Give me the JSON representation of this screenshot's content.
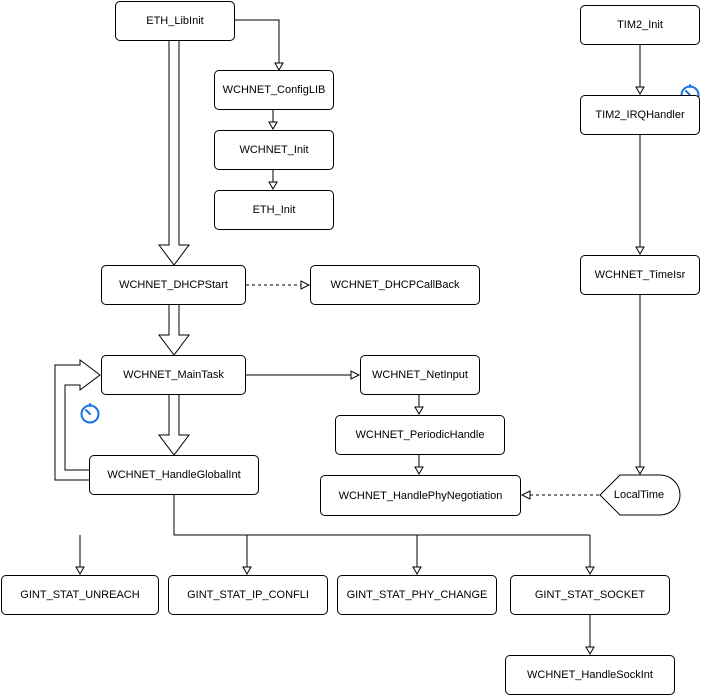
{
  "colors": {
    "line": "#000000",
    "timer_icon": "#1a73e8"
  },
  "icons": {
    "timer": "timer-icon"
  },
  "nodes": {
    "eth_libinit": "ETH_LibInit",
    "wchnet_configlib": "WCHNET_ConfigLIB",
    "wchnet_init": "WCHNET_Init",
    "eth_init": "ETH_Init",
    "tim2_init": "TIM2_Init",
    "tim2_irqhandler": "TIM2_IRQHandler",
    "wchnet_timeisr": "WCHNET_TimeIsr",
    "wchnet_dhcpstart": "WCHNET_DHCPStart",
    "wchnet_dhcpcallback": "WCHNET_DHCPCallBack",
    "wchnet_maintask": "WCHNET_MainTask",
    "wchnet_netinput": "WCHNET_NetInput",
    "wchnet_periodichandle": "WCHNET_PeriodicHandle",
    "wchnet_handlephynegotiation": "WCHNET_HandlePhyNegotiation",
    "localtime": "LocalTime",
    "wchnet_handleglobalint": "WCHNET_HandleGlobalInt",
    "gint_stat_unreach": "GINT_STAT_UNREACH",
    "gint_stat_ip_confli": "GINT_STAT_IP_CONFLI",
    "gint_stat_phy_change": "GINT_STAT_PHY_CHANGE",
    "gint_stat_socket": "GINT_STAT_SOCKET",
    "wchnet_handlesockint": "WCHNET_HandleSockInt"
  }
}
